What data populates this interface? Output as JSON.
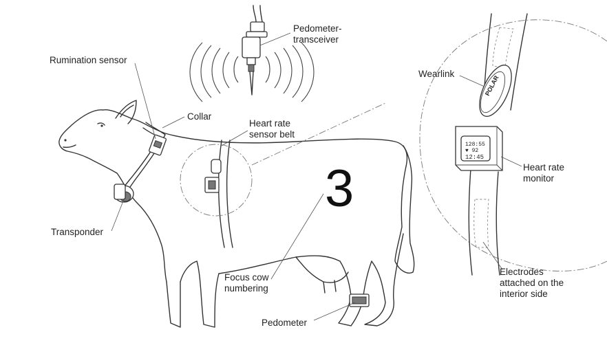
{
  "labels": {
    "pedometer_transceiver_line1": "Pedometer-",
    "pedometer_transceiver_line2": "transceiver",
    "rumination_sensor": "Rumination sensor",
    "collar": "Collar",
    "heart_rate_sensor_belt_line1": "Heart rate",
    "heart_rate_sensor_belt_line2": "sensor belt",
    "wearlink": "Wearlink",
    "heart_rate_monitor_line1": "Heart rate",
    "heart_rate_monitor_line2": "monitor",
    "transponder": "Transponder",
    "focus_cow_numbering_line1": "Focus cow",
    "focus_cow_numbering_line2": "numbering",
    "electrodes_line1": "Electrodes",
    "electrodes_line2": "attached on the",
    "electrodes_line3": "interior side",
    "pedometer": "Pedometer"
  },
  "cow_number": "3",
  "device": {
    "brand": "POLAR",
    "screen_line1": "128:55",
    "screen_line2": "♥ 92",
    "screen_line3": "12:45"
  }
}
